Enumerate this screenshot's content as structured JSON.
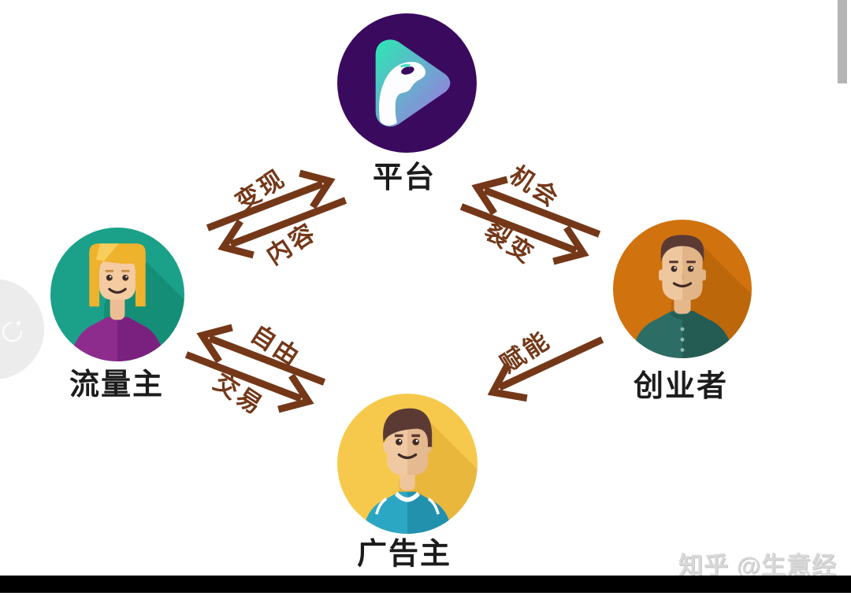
{
  "watermark": {
    "text": "知乎 @生意经"
  },
  "nodes": {
    "platform": {
      "label": "平台"
    },
    "traffic_owner": {
      "label": "流量主"
    },
    "entrepreneur": {
      "label": "创业者"
    },
    "advertiser": {
      "label": "广告主"
    }
  },
  "arrows": {
    "monetization": "变现",
    "content": "内容",
    "opportunity": "机会",
    "fission": "裂变",
    "freedom": "自由",
    "trade": "交易",
    "empowerment": "赋能"
  },
  "colors": {
    "arrow": "#743819",
    "platform_circle": "#3A0A5F",
    "traffic_circle": "#1BA189",
    "entrepreneur_circle": "#D0720E",
    "advertiser_circle": "#F6C94C",
    "node_label": "#1C1C1C",
    "watermark": "#D8D8D8"
  }
}
